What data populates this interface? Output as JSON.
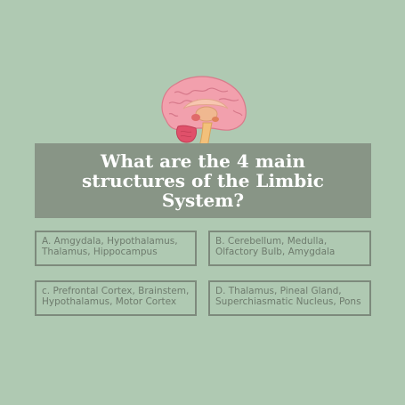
{
  "question": "What are the 4 main structures of the Limbic System?",
  "options": [
    {
      "text": "A. Amgydala, Hypothalamus, Thalamus, Hippocampus"
    },
    {
      "text": "B. Cerebellum, Medulla, Olfactory Bulb, Amygdala"
    },
    {
      "text": "c. Prefrontal Cortex, Brainstem, Hypothalamus, Motor Cortex"
    },
    {
      "text": "D. Thalamus, Pineal Gland, Superchiasmatic Nucleus, Pons"
    }
  ],
  "illustration": "brain-illustration",
  "colors": {
    "background": "#afc9b2",
    "banner": "#889586",
    "option_border": "#7d8a7c",
    "option_text": "#6e7b6d",
    "question_text": "#ffffff"
  }
}
